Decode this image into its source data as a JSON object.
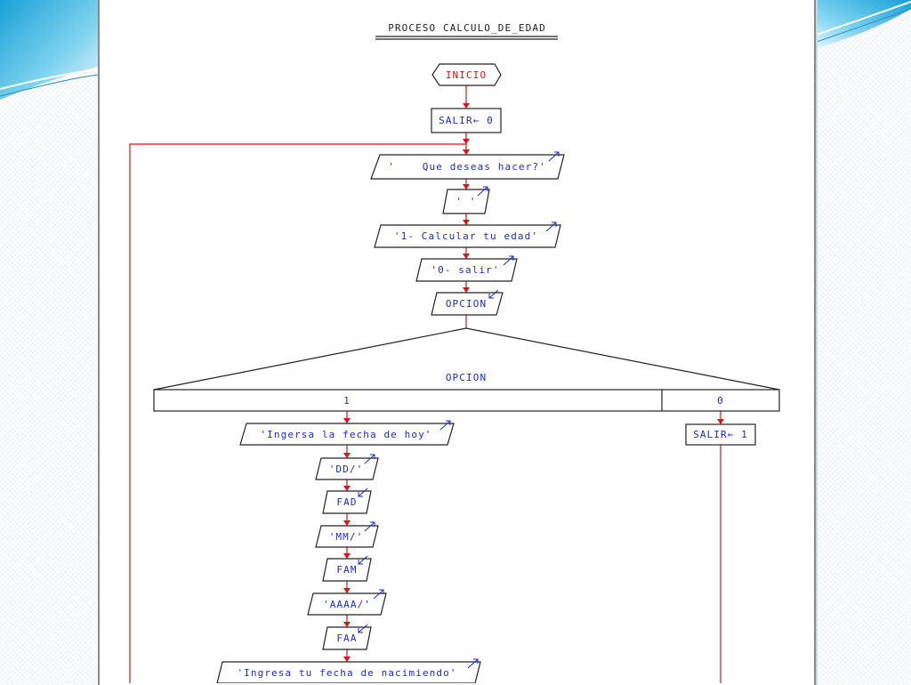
{
  "diagram": {
    "title": "PROCESO CALCULO_DE_EDAD",
    "start": "INICIO",
    "init_assign": "SALIR← 0",
    "q_prompt": "'    Que deseas hacer?'",
    "q_blank": "' '",
    "opt1": "'1- Calcular tu edad'",
    "opt0": "'0- salir'",
    "read_opcion": "OPCION",
    "switch_label": "OPCION",
    "case_1": "1",
    "case_0": "0",
    "prompt_today": "'Ingersa la fecha de hoy'",
    "dd": "'DD/'",
    "fad": "FAD",
    "mm": "'MM/'",
    "fam": "FAM",
    "aaaa": "'AAAA/'",
    "faa": "FAA",
    "prompt_birth": "'Ingresa tu fecha de nacimiendo'",
    "salir_assign": "SALIR← 1"
  },
  "colors": {
    "flow_line": "#e01010",
    "output_text": "#1a2bd6",
    "start_text": "#e01010",
    "shape_stroke": "#222222"
  }
}
